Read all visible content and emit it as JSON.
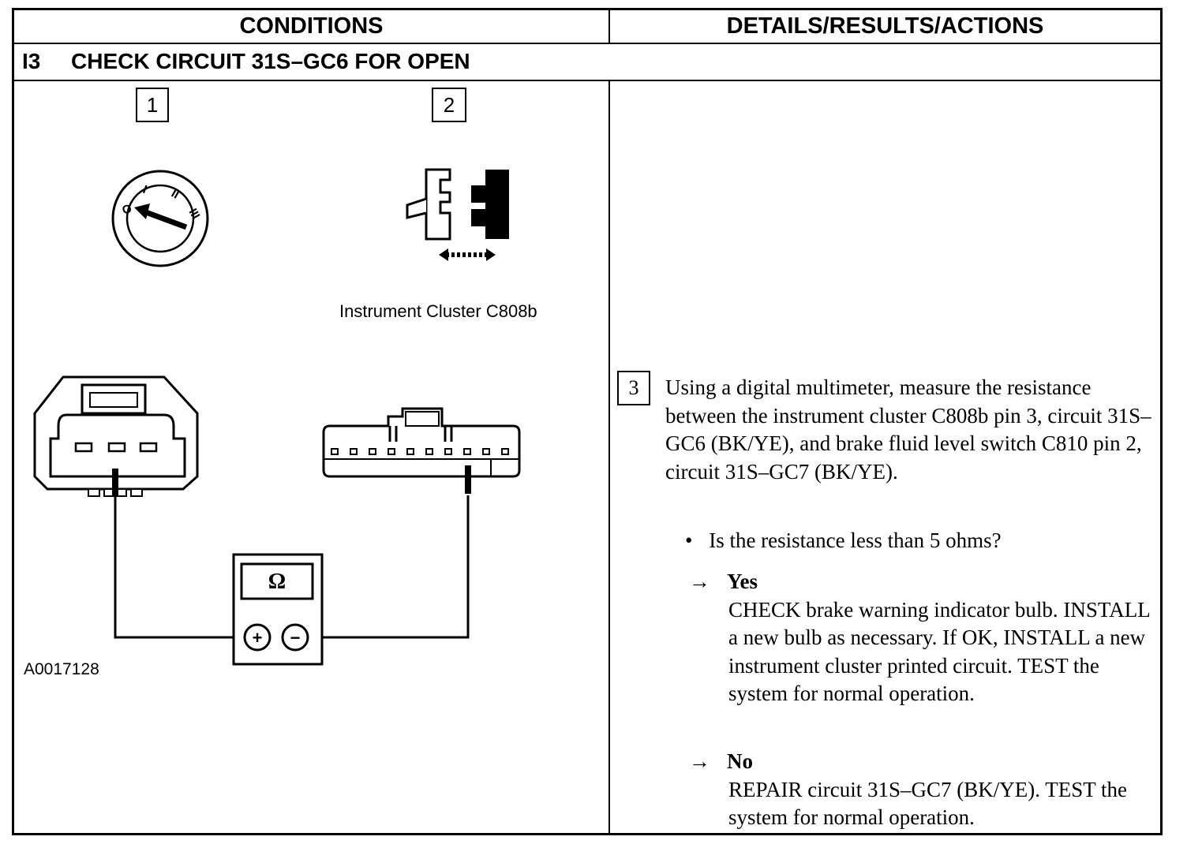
{
  "header": {
    "conditions": "CONDITIONS",
    "details": "DETAILS/RESULTS/ACTIONS"
  },
  "step": {
    "number": "I3",
    "title": "CHECK CIRCUIT 31S–GC6 FOR OPEN"
  },
  "callouts": {
    "one": "1",
    "two": "2",
    "three": "3"
  },
  "diagram": {
    "connector_caption": "Instrument Cluster C808b",
    "figure_id": "A0017128",
    "ignition_positions": [
      "O",
      "I",
      "II",
      "III"
    ],
    "meter_symbol": "Ω",
    "plus": "+",
    "minus": "−"
  },
  "instruction": "Using a digital multimeter, measure the resistance between the instrument cluster C808b pin 3, circuit 31S–GC6 (BK/YE), and brake fluid level switch C810 pin 2, circuit 31S–GC7 (BK/YE).",
  "question": "Is the resistance less than 5 ohms?",
  "answers": {
    "arrow": "→",
    "yes_label": "Yes",
    "yes_text": "CHECK brake warning indicator bulb. INSTALL a new bulb as necessary. If OK, INSTALL a new instrument cluster printed circuit. TEST the system for normal operation.",
    "no_label": "No",
    "no_text": "REPAIR circuit 31S–GC7 (BK/YE). TEST the system for normal operation."
  }
}
